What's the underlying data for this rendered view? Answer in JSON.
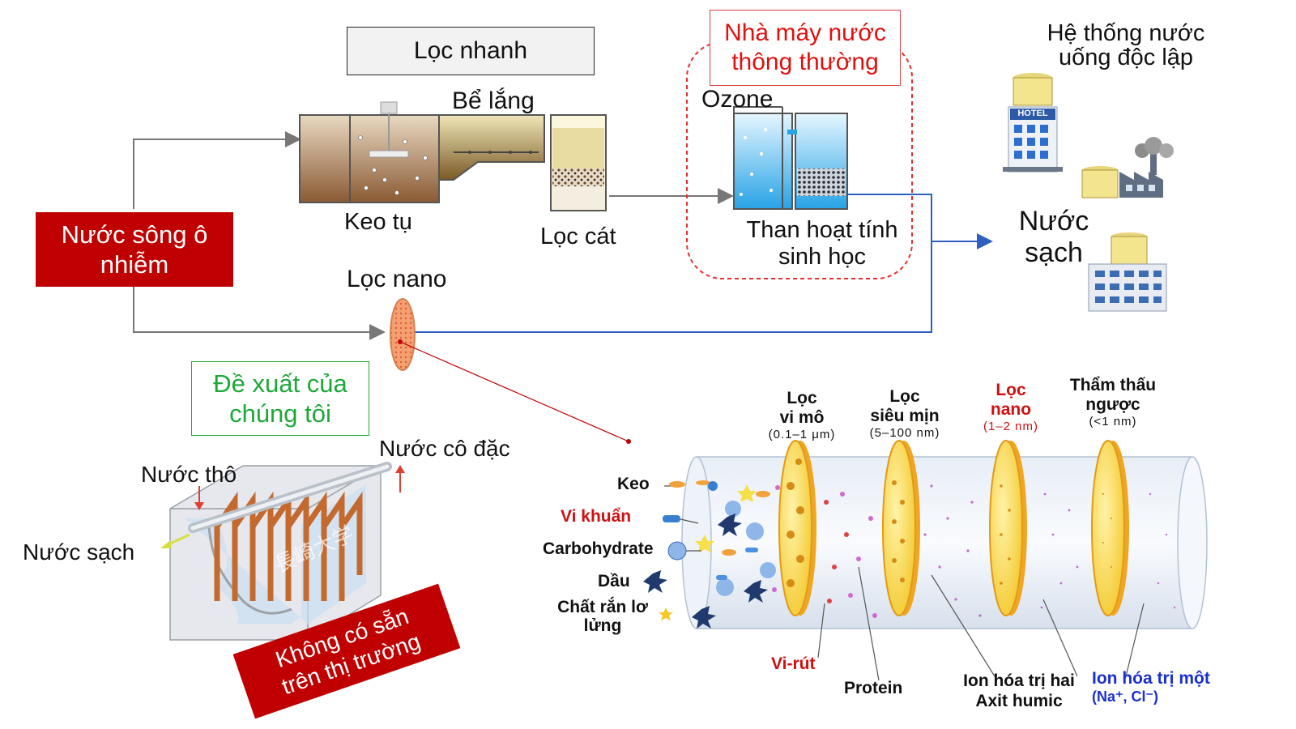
{
  "process": {
    "fast_filter": "Lọc nhanh",
    "sedimentation": "Bể lắng",
    "coagulation": "Keo tụ",
    "sand_filter": "Lọc cát",
    "conventional_plant_line1": "Nhà máy nước",
    "conventional_plant_line2": "thông thường",
    "ozone": "Ozone",
    "bio_carbon_line1": "Than hoạt tính",
    "bio_carbon_line2": "sinh học",
    "independent_line1": "Hệ thống nước",
    "independent_line2": "uống độc lập",
    "hotel": "HOTEL",
    "clean_water_line1": "Nước",
    "clean_water_line2": "sạch",
    "river_line1": "Nước sông ô",
    "river_line2": "nhiễm",
    "nano_filter": "Lọc nano"
  },
  "proposal": {
    "label_line1": "Đề xuất của",
    "label_line2": "chúng tôi",
    "raw_water": "Nước thô",
    "concentrate": "Nước cô đặc",
    "clean_water": "Nước sạch",
    "watermark": "長崎大学",
    "not_available_line1": "Không có sẵn",
    "not_available_line2": "trên thị trường"
  },
  "membrane": {
    "stages": [
      {
        "line1": "Lọc",
        "line2": "vi mô",
        "range": "(0.1–1 μm)"
      },
      {
        "line1": "Lọc",
        "line2": "siêu mịn",
        "range": "(5–100 nm)"
      },
      {
        "line1": "Lọc",
        "line2": "nano",
        "range": "(1–2 nm)"
      },
      {
        "line1": "Thẩm thấu",
        "line2": "ngược",
        "range": "(<1 nm)"
      }
    ],
    "contaminants": {
      "colloid": "Keo",
      "bacteria": "Vi khuẩn",
      "carbohydrate": "Carbohydrate",
      "oil": "Dầu",
      "suspended_line1": "Chất rắn lơ",
      "suspended_line2": "lửng"
    },
    "bottom": {
      "virus": "Vi-rút",
      "protein": "Protein",
      "divalent": "Ion hóa trị hai",
      "humic": "Axit humic",
      "monovalent": "Ion hóa trị một",
      "ions": "(Na⁺, Cl⁻)"
    }
  },
  "colors": {
    "red_label": "#c00000",
    "green_label": "#1fa83a",
    "flow_blue": "#2f5fc0",
    "flow_gray": "#777777",
    "membrane_gold": "#f2c21b",
    "nano_disc": "#f4a070"
  }
}
